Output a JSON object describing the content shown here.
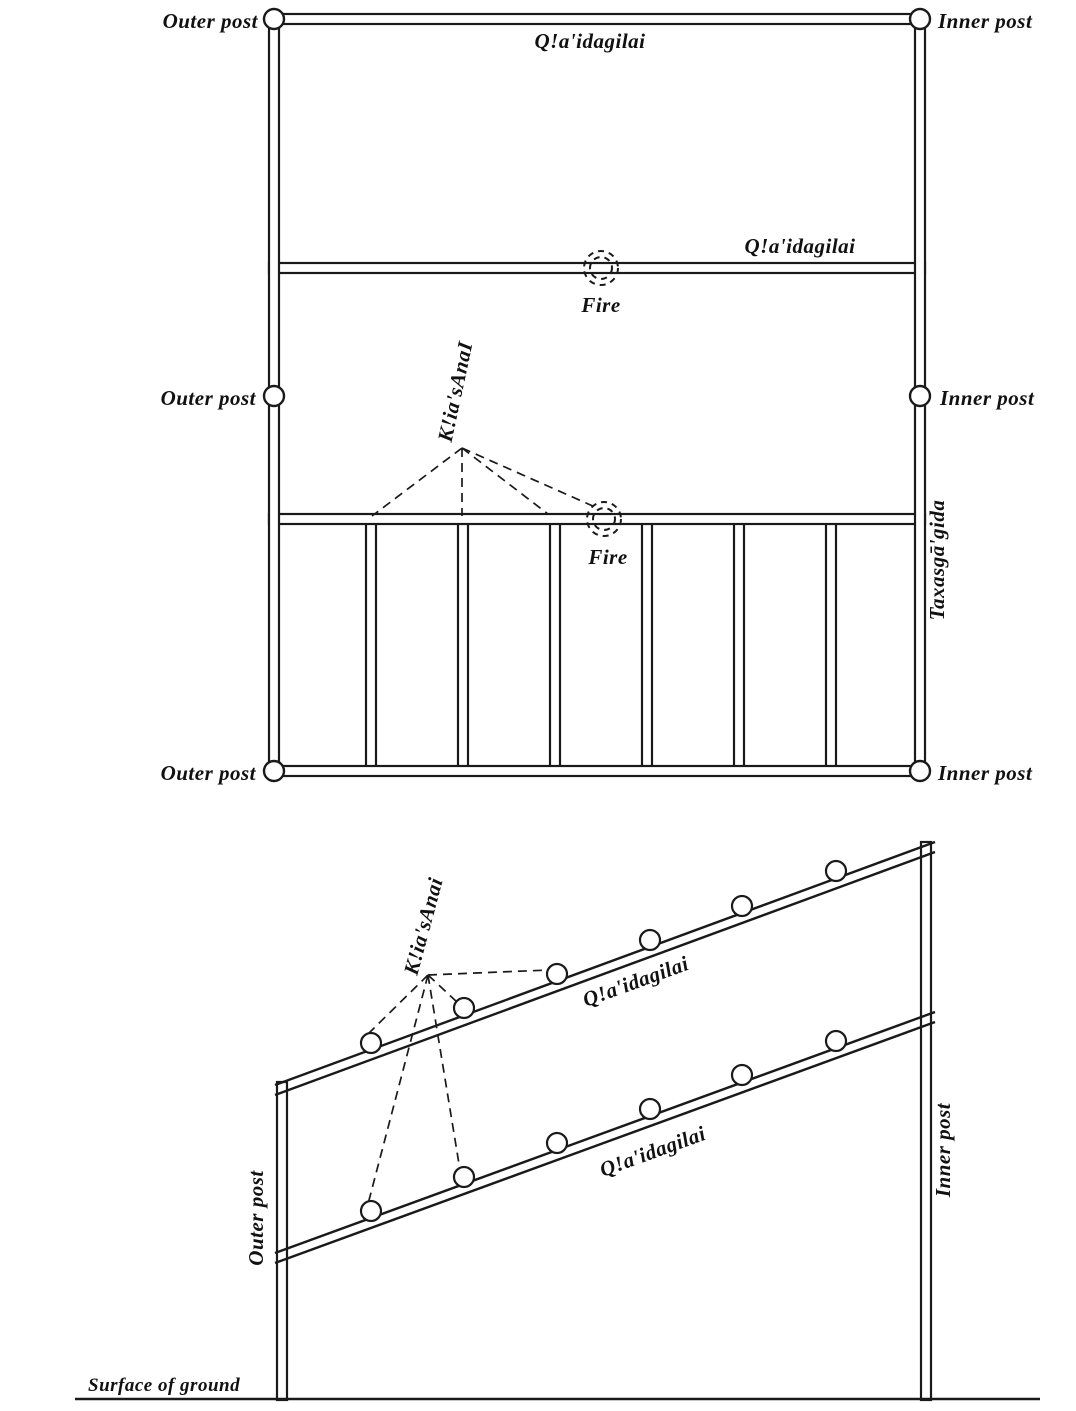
{
  "figure": {
    "description": "House frame construction diagram: plan view (top) and side elevation (bottom)",
    "colors": {
      "ink": "#1a1a1a",
      "background": "#ffffff"
    }
  },
  "plan_view": {
    "labels": {
      "outer_post_top": "Outer post",
      "inner_post_top": "Inner post",
      "beam_top": "Q!a'idagilai",
      "beam_mid": "Q!a'idagilai",
      "fire_top": "Fire",
      "outer_post_mid": "Outer post",
      "inner_post_mid": "Inner post",
      "kia_sanai": "K!ia'sAnaI",
      "fire_mid": "Fire",
      "taxasgagida": "Taxasgā'gida",
      "outer_post_bottom": "Outer post",
      "inner_post_bottom": "Inner post"
    }
  },
  "elevation_view": {
    "labels": {
      "kia_sanai": "K!ia'sAnai",
      "beam_upper": "Q!a'idagilai",
      "beam_lower": "Q!a'idagilai",
      "outer_post": "Outer post",
      "inner_post": "Inner post",
      "surface_of_ground": "Surface of ground"
    }
  }
}
